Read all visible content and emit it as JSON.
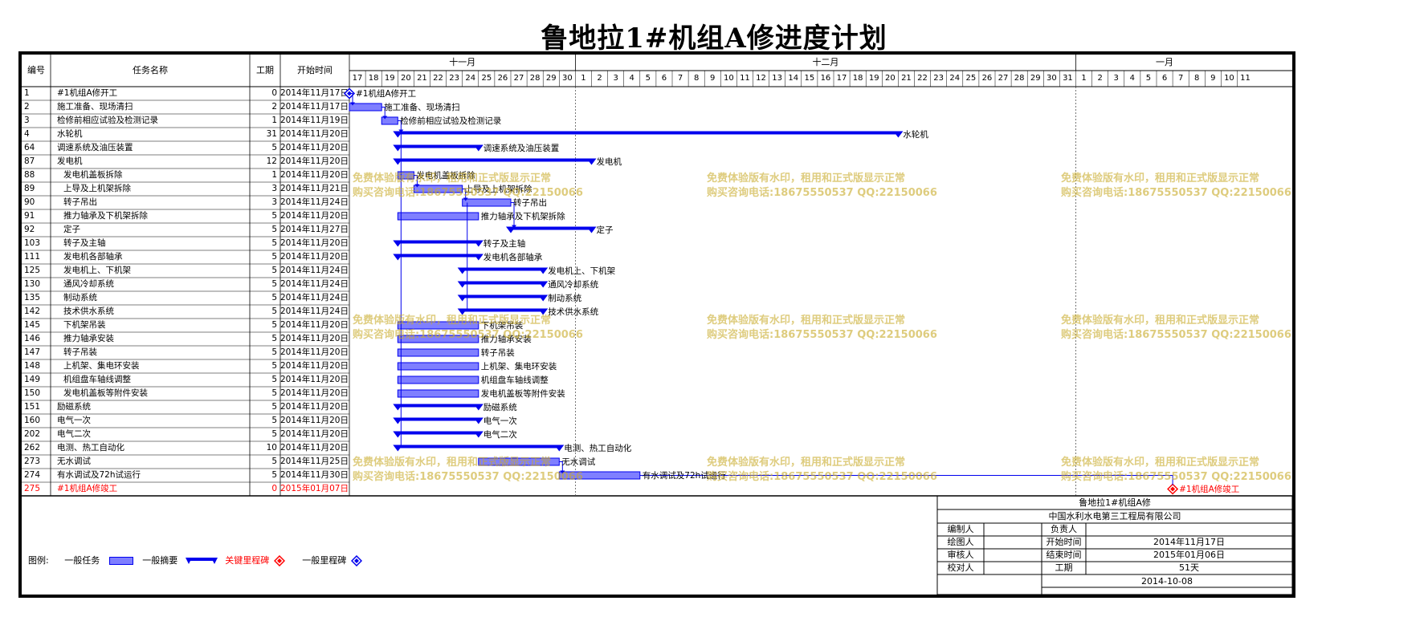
{
  "title": "鲁地拉1#机组A修进度计划",
  "headers": {
    "id": "编号",
    "name": "任务名称",
    "dur": "工期",
    "start": "开始时间"
  },
  "months": [
    {
      "label": "十一月",
      "start": 0,
      "days": 14
    },
    {
      "label": "十二月",
      "start": 14,
      "days": 31
    },
    {
      "label": "一月",
      "start": 45,
      "days": 11
    }
  ],
  "days": [
    "17",
    "18",
    "19",
    "20",
    "21",
    "22",
    "23",
    "24",
    "25",
    "26",
    "27",
    "28",
    "29",
    "30",
    "1",
    "2",
    "3",
    "4",
    "5",
    "6",
    "7",
    "8",
    "9",
    "10",
    "11",
    "12",
    "13",
    "14",
    "15",
    "16",
    "17",
    "18",
    "19",
    "20",
    "21",
    "22",
    "23",
    "24",
    "25",
    "26",
    "27",
    "28",
    "29",
    "30",
    "31",
    "1",
    "2",
    "3",
    "4",
    "5",
    "6",
    "7",
    "8",
    "9",
    "10",
    "11"
  ],
  "chart_data": {
    "type": "gantt",
    "title": "鲁地拉1#机组A修进度计划",
    "x_start": "2014-11-17",
    "tasks": [
      {
        "id": "1",
        "name": "#1机组A修开工",
        "dur": "0",
        "start": "2014年11月17日",
        "kind": "milestone",
        "s": 0,
        "d": 0,
        "label": "#1机组A修开工",
        "indent": 0
      },
      {
        "id": "2",
        "name": "施工准备、现场清扫",
        "dur": "2",
        "start": "2014年11月17日",
        "kind": "task",
        "s": 0,
        "d": 2,
        "label": "施工准备、现场清扫",
        "indent": 0
      },
      {
        "id": "3",
        "name": "检修前相应试验及检测记录",
        "dur": "1",
        "start": "2014年11月19日",
        "kind": "task",
        "s": 2,
        "d": 1,
        "label": "检修前相应试验及检测记录",
        "indent": 0
      },
      {
        "id": "4",
        "name": "水轮机",
        "dur": "31",
        "start": "2014年11月20日",
        "kind": "summary",
        "s": 3,
        "d": 31,
        "label": "水轮机",
        "indent": 0
      },
      {
        "id": "64",
        "name": "调速系统及油压装置",
        "dur": "5",
        "start": "2014年11月20日",
        "kind": "summary",
        "s": 3,
        "d": 5,
        "label": "调速系统及油压装置",
        "indent": 0
      },
      {
        "id": "87",
        "name": "发电机",
        "dur": "12",
        "start": "2014年11月20日",
        "kind": "summary",
        "s": 3,
        "d": 12,
        "label": "发电机",
        "indent": 0
      },
      {
        "id": "88",
        "name": "发电机盖板拆除",
        "dur": "1",
        "start": "2014年11月20日",
        "kind": "task",
        "s": 3,
        "d": 1,
        "label": "发电机盖板拆除",
        "indent": 1
      },
      {
        "id": "89",
        "name": "上导及上机架拆除",
        "dur": "3",
        "start": "2014年11月21日",
        "kind": "task",
        "s": 4,
        "d": 3,
        "label": "上导及上机架拆除",
        "indent": 1
      },
      {
        "id": "90",
        "name": "转子吊出",
        "dur": "3",
        "start": "2014年11月24日",
        "kind": "task",
        "s": 7,
        "d": 3,
        "label": "转子吊出",
        "indent": 1
      },
      {
        "id": "91",
        "name": "推力轴承及下机架拆除",
        "dur": "5",
        "start": "2014年11月20日",
        "kind": "task",
        "s": 3,
        "d": 5,
        "label": "推力轴承及下机架拆除",
        "indent": 1
      },
      {
        "id": "92",
        "name": "定子",
        "dur": "5",
        "start": "2014年11月27日",
        "kind": "summary",
        "s": 10,
        "d": 5,
        "label": "定子",
        "indent": 1
      },
      {
        "id": "103",
        "name": "转子及主轴",
        "dur": "5",
        "start": "2014年11月20日",
        "kind": "summary",
        "s": 3,
        "d": 5,
        "label": "转子及主轴",
        "indent": 1
      },
      {
        "id": "111",
        "name": "发电机各部轴承",
        "dur": "5",
        "start": "2014年11月20日",
        "kind": "summary",
        "s": 3,
        "d": 5,
        "label": "发电机各部轴承",
        "indent": 1
      },
      {
        "id": "125",
        "name": "发电机上、下机架",
        "dur": "5",
        "start": "2014年11月24日",
        "kind": "summary",
        "s": 7,
        "d": 5,
        "label": "发电机上、下机架",
        "indent": 1
      },
      {
        "id": "130",
        "name": "通风冷却系统",
        "dur": "5",
        "start": "2014年11月24日",
        "kind": "summary",
        "s": 7,
        "d": 5,
        "label": "通风冷却系统",
        "indent": 1
      },
      {
        "id": "135",
        "name": "制动系统",
        "dur": "5",
        "start": "2014年11月24日",
        "kind": "summary",
        "s": 7,
        "d": 5,
        "label": "制动系统",
        "indent": 1
      },
      {
        "id": "142",
        "name": "技术供水系统",
        "dur": "5",
        "start": "2014年11月24日",
        "kind": "summary",
        "s": 7,
        "d": 5,
        "label": "技术供水系统",
        "indent": 1
      },
      {
        "id": "145",
        "name": "下机架吊装",
        "dur": "5",
        "start": "2014年11月20日",
        "kind": "task",
        "s": 3,
        "d": 5,
        "label": "下机架吊装",
        "indent": 1
      },
      {
        "id": "146",
        "name": "推力轴承安装",
        "dur": "5",
        "start": "2014年11月20日",
        "kind": "task",
        "s": 3,
        "d": 5,
        "label": "推力轴承安装",
        "indent": 1
      },
      {
        "id": "147",
        "name": "转子吊装",
        "dur": "5",
        "start": "2014年11月20日",
        "kind": "task",
        "s": 3,
        "d": 5,
        "label": "转子吊装",
        "indent": 1
      },
      {
        "id": "148",
        "name": "上机架、集电环安装",
        "dur": "5",
        "start": "2014年11月20日",
        "kind": "task",
        "s": 3,
        "d": 5,
        "label": "上机架、集电环安装",
        "indent": 1
      },
      {
        "id": "149",
        "name": "机组盘车轴线调整",
        "dur": "5",
        "start": "2014年11月20日",
        "kind": "task",
        "s": 3,
        "d": 5,
        "label": "机组盘车轴线调整",
        "indent": 1
      },
      {
        "id": "150",
        "name": "发电机盖板等附件安装",
        "dur": "5",
        "start": "2014年11月20日",
        "kind": "task",
        "s": 3,
        "d": 5,
        "label": "发电机盖板等附件安装",
        "indent": 1
      },
      {
        "id": "151",
        "name": "励磁系统",
        "dur": "5",
        "start": "2014年11月20日",
        "kind": "summary",
        "s": 3,
        "d": 5,
        "label": "励磁系统",
        "indent": 0
      },
      {
        "id": "160",
        "name": "电气一次",
        "dur": "5",
        "start": "2014年11月20日",
        "kind": "summary",
        "s": 3,
        "d": 5,
        "label": "电气一次",
        "indent": 0
      },
      {
        "id": "202",
        "name": "电气二次",
        "dur": "5",
        "start": "2014年11月20日",
        "kind": "summary",
        "s": 3,
        "d": 5,
        "label": "电气二次",
        "indent": 0
      },
      {
        "id": "262",
        "name": "电测、热工自动化",
        "dur": "10",
        "start": "2014年11月20日",
        "kind": "summary",
        "s": 3,
        "d": 10,
        "label": "电测、热工自动化",
        "indent": 0
      },
      {
        "id": "273",
        "name": "无水调试",
        "dur": "5",
        "start": "2014年11月25日",
        "kind": "task",
        "s": 8,
        "d": 5,
        "label": "无水调试",
        "indent": 0
      },
      {
        "id": "274",
        "name": "有水调试及72h试运行",
        "dur": "5",
        "start": "2014年11月30日",
        "kind": "task",
        "s": 13,
        "d": 5,
        "label": "有水调试及72h试运行",
        "indent": 0
      },
      {
        "id": "275",
        "name": "#1机组A修竣工",
        "dur": "0",
        "start": "2015年01月07日",
        "kind": "milestone_red",
        "s": 51,
        "d": 0,
        "label": "#1机组A修竣工",
        "indent": 0
      }
    ]
  },
  "watermark": {
    "line1": "免费体验版有水印，租用和正式版显示正常",
    "line2": "购买咨询电话:18675550537 QQ:22150066"
  },
  "legend": {
    "label": "图例:",
    "general_task": "一般任务",
    "general_summary": "一般摘要",
    "key_milestone": "关键里程碑",
    "general_milestone": "一般里程碑"
  },
  "titleblock": {
    "name": "鲁地拉1#机组A修",
    "company": "中国水利水电第三工程局有限公司",
    "rows": [
      {
        "l": "编制人",
        "lv": "",
        "r": "负责人",
        "rv": ""
      },
      {
        "l": "绘图人",
        "lv": "",
        "r": "开始时间",
        "rv": "2014年11月17日"
      },
      {
        "l": "审核人",
        "lv": "",
        "r": "结束时间",
        "rv": "2015年01月06日"
      },
      {
        "l": "校对人",
        "lv": "",
        "r": "工期",
        "rv": "51天"
      }
    ],
    "date": "2014-10-08"
  },
  "colors": {
    "bar": "#0000ee",
    "task_fill": "#7f7fff",
    "red": "#ff0000",
    "watermark": "#c8aa28"
  }
}
